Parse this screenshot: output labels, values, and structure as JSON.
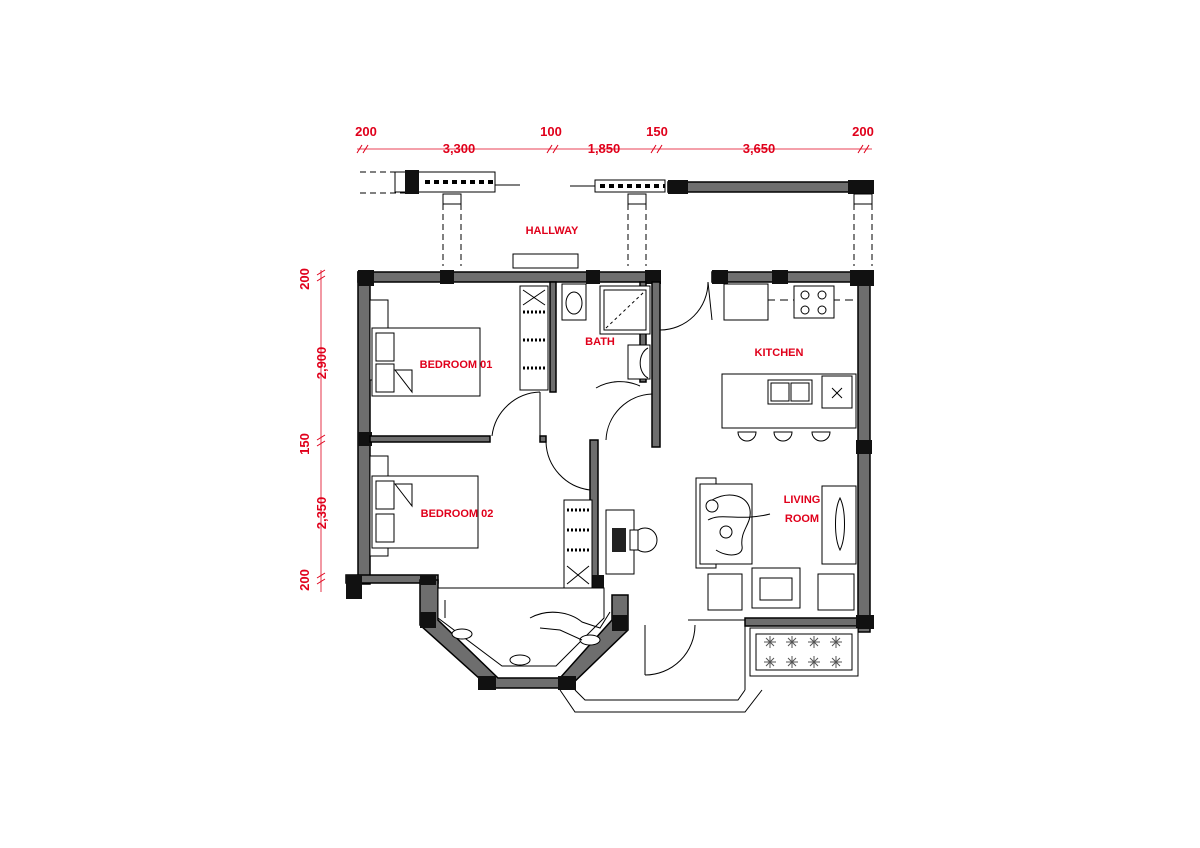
{
  "dimensions": {
    "top": [
      "200",
      "3,300",
      "100",
      "1,850",
      "150",
      "3,650",
      "200"
    ],
    "left": [
      "200",
      "2,900",
      "150",
      "2,350",
      "200"
    ]
  },
  "rooms": {
    "hallway": "HALLWAY",
    "bath": "BATH",
    "bedroom01": "BEDROOM 01",
    "kitchen": "KITCHEN",
    "bedroom02": "BEDROOM 02",
    "living_line1": "LIVING",
    "living_line2": "ROOM"
  },
  "colors": {
    "annotation": "#e0001b",
    "wall_fill": "#6e6e6e",
    "column": "#111111"
  }
}
